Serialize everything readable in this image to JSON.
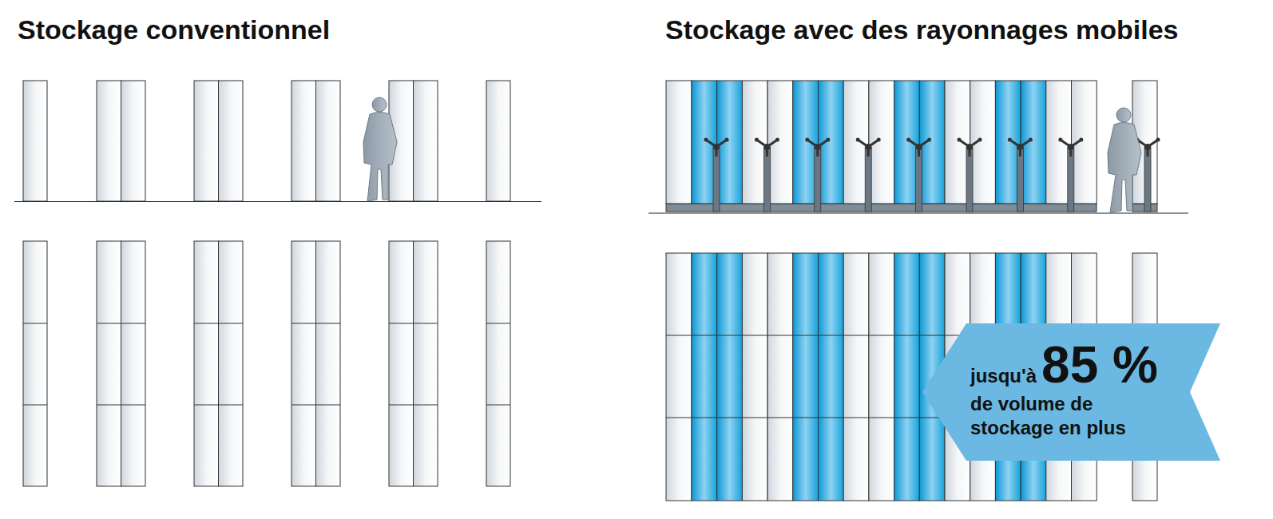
{
  "diagram": {
    "nodes": [
      {
        "text": [
          "jusqu'à",
          "85 %",
          "de volume de stockage en plus"
        ]
      }
    ],
    "labels": [
      "Stockage conventionnel",
      "Stockage avec des rayonnages mobiles"
    ]
  }
}
